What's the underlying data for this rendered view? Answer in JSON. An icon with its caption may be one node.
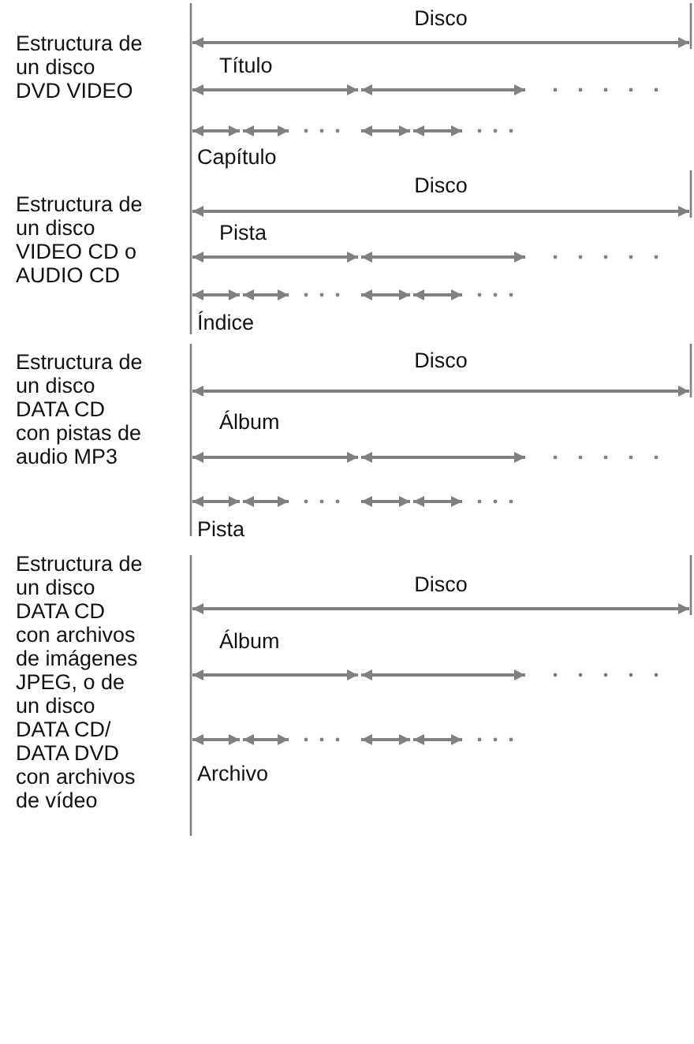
{
  "diagram": {
    "labels": [
      "Estructura de un disco DVD VIDEO",
      "Disco",
      "Título",
      "Capítulo",
      "Estructura de un disco VIDEO CD o AUDIO CD",
      "Disco",
      "Pista",
      "Índice",
      "Estructura de un disco DATA CD con pistas de audio MP3",
      "Disco",
      "Álbum",
      "Pista",
      "Estructura de un disco DATA CD con archivos de imágenes JPEG, o de un disco DATA CD/ DATA DVD con archivos de vídeo",
      "Disco",
      "Álbum",
      "Archivo"
    ]
  }
}
